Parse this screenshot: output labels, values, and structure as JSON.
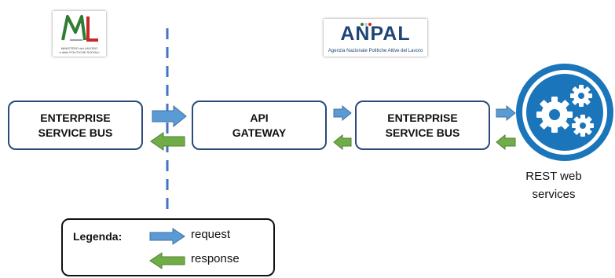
{
  "logos": {
    "ministry": {
      "icon": "ministry-logo",
      "lines": [
        "MINISTERO del LAVORO",
        "e delle POLITICHE SOCIALI"
      ]
    },
    "anpal": {
      "icon": "anpal-logo",
      "word": "ANPAL",
      "subtitle": "Agenzia Nazionale Politiche Attive del Lavoro"
    }
  },
  "nodes": {
    "esb_left": {
      "line1": "ENTERPRISE",
      "line2": "SERVICE BUS"
    },
    "api_gateway": {
      "line1": "API",
      "line2": "GATEWAY"
    },
    "esb_right": {
      "line1": "ENTERPRISE",
      "line2": "SERVICE BUS"
    },
    "rest": {
      "icon": "gears-icon",
      "line1": "REST web",
      "line2": "services"
    }
  },
  "legend": {
    "title": "Legenda:",
    "request_label": "request",
    "response_label": "response"
  },
  "colors": {
    "box_border": "#2b4a7a",
    "request_arrow": "#5b9bd5",
    "response_arrow": "#70ad47",
    "divider": "#4472c4",
    "gear_circle": "#1b75bb"
  }
}
